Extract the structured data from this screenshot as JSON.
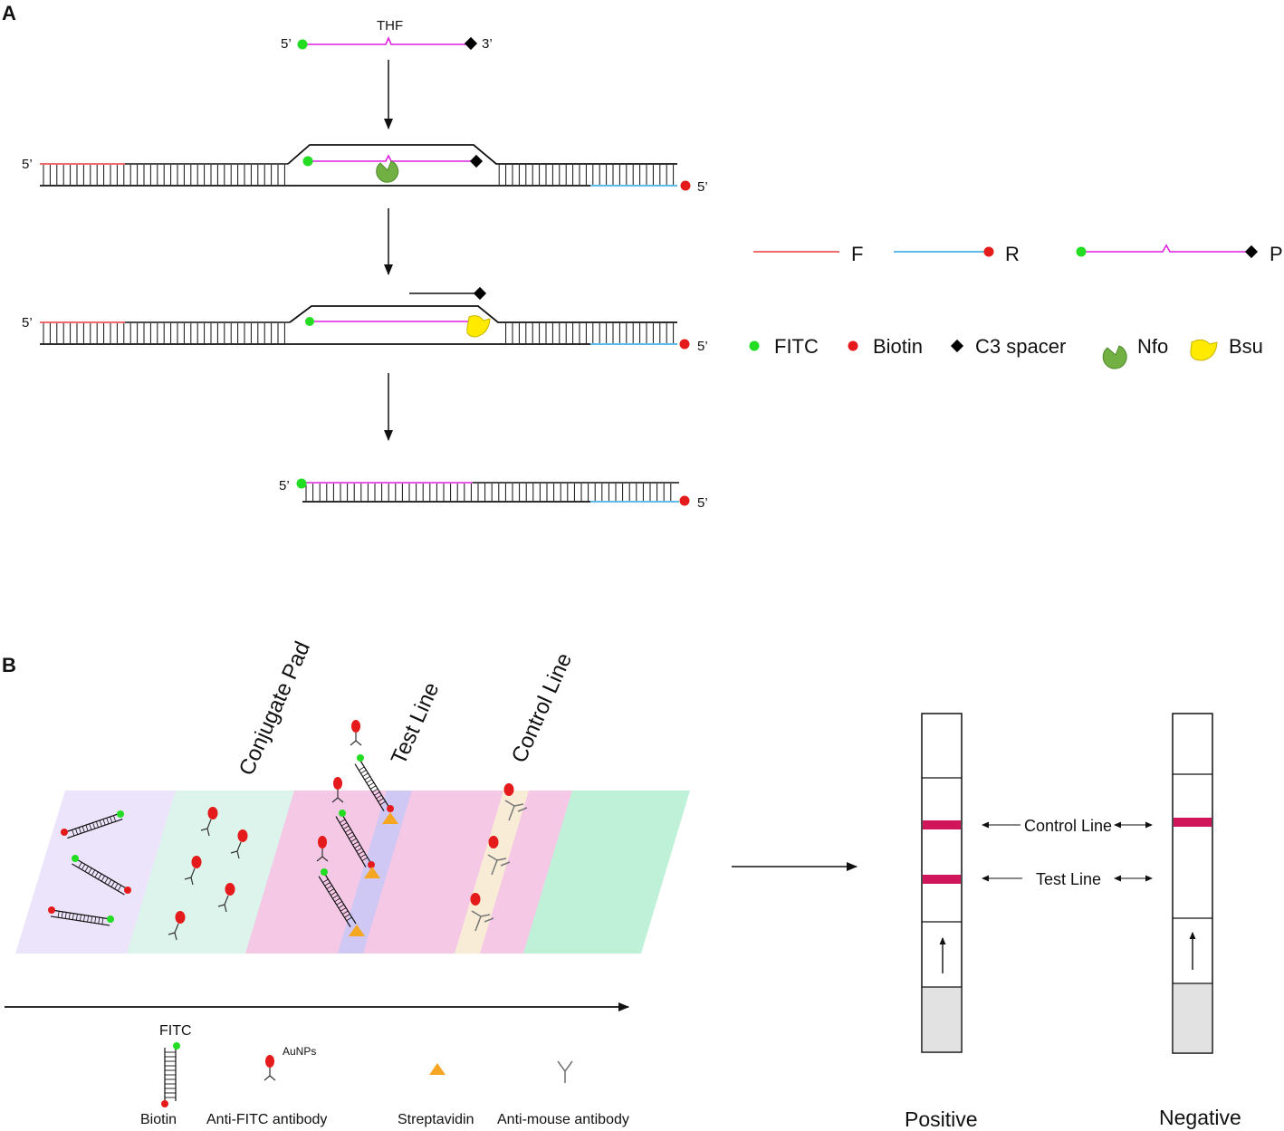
{
  "panels": {
    "a": "A",
    "b": "B"
  },
  "panel_a": {
    "prime5": "5’",
    "prime3": "3’",
    "thf": "THF",
    "legend": {
      "f": "F",
      "r": "R",
      "p": "P",
      "fitc": "FITC",
      "biotin": "Biotin",
      "c3": "C3 spacer",
      "nfo": "Nfo",
      "bsu": "Bsu"
    }
  },
  "panel_b": {
    "conjugate_pad": "Conjugate Pad",
    "test_line": "Test Line",
    "control_line": "Control Line",
    "legend": {
      "fitc": "FITC",
      "biotin": "Biotin",
      "aunps": "AuNPs",
      "anti_fitc": "Anti-FITC antibody",
      "streptavidin": "Streptavidin",
      "anti_mouse": "Anti-mouse antibody"
    },
    "result": {
      "control_line": "Control Line",
      "test_line": "Test Line",
      "positive": "Positive",
      "negative": "Negative"
    }
  },
  "colors": {
    "forward_primer": "#e8383d",
    "reverse_primer": "#2aa6e0",
    "probe": "#e020e0",
    "fitc": "#22dd22",
    "biotin": "#e51a1a",
    "c3_spacer": "#000000",
    "nfo": "#72b043",
    "bsu": "#ffea00",
    "streptavidin": "#f5a623",
    "line_band": "#d0155a",
    "sample_pad": "#ece4fb",
    "conjugate_pad": "#dcf4ec",
    "membrane": "#f5c8e6",
    "test_zone": "#cfc7f4",
    "control_zone": "#f8ecd6",
    "absorbent_pad": "#bff1d9"
  }
}
